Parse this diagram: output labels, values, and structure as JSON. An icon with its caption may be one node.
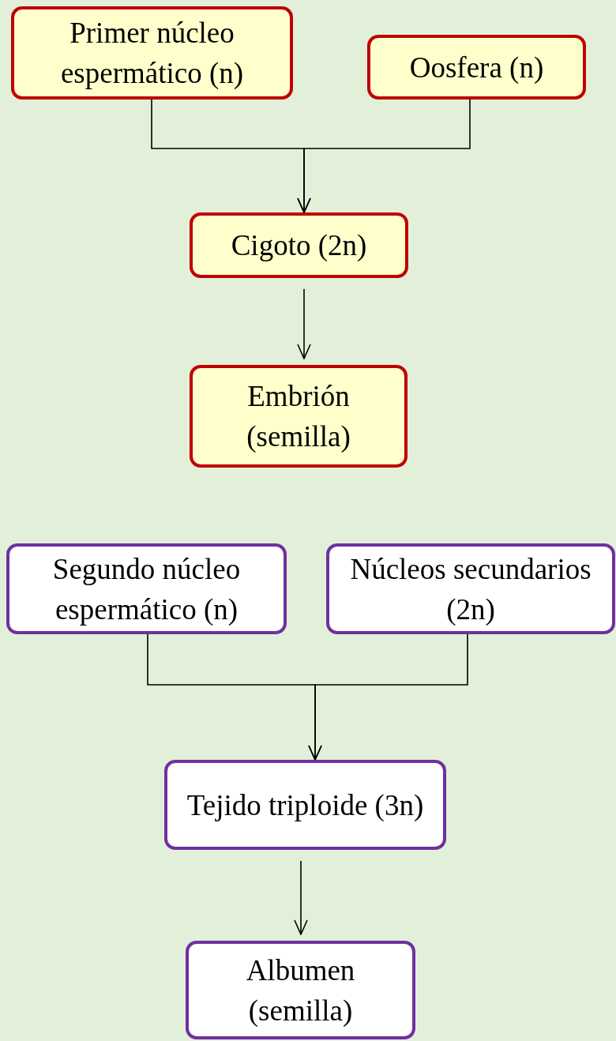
{
  "diagram": {
    "nodes": [
      {
        "text": [
          "Primer núcleo espermático (n)"
        ]
      },
      {
        "text": [
          "Oosfera (n)"
        ]
      },
      {
        "text": [
          "Cigoto (2n)"
        ]
      },
      {
        "text": [
          "Embrión (semilla)"
        ]
      },
      {
        "text": [
          "Segundo núcleo espermático (n)"
        ]
      },
      {
        "text": [
          "Núcleos secundarios (2n)"
        ]
      },
      {
        "text": [
          "Tejido triploide (3n)"
        ]
      },
      {
        "text": [
          "Albumen (semilla)"
        ]
      }
    ],
    "edges": [
      {
        "from": 0,
        "to": 2,
        "arrow": "to"
      },
      {
        "from": 1,
        "to": 2,
        "arrow": "to"
      },
      {
        "from": 2,
        "to": 3,
        "arrow": "to"
      },
      {
        "from": 4,
        "to": 6,
        "arrow": "to"
      },
      {
        "from": 5,
        "to": 6,
        "arrow": "to"
      },
      {
        "from": 6,
        "to": 7,
        "arrow": "to"
      }
    ]
  }
}
